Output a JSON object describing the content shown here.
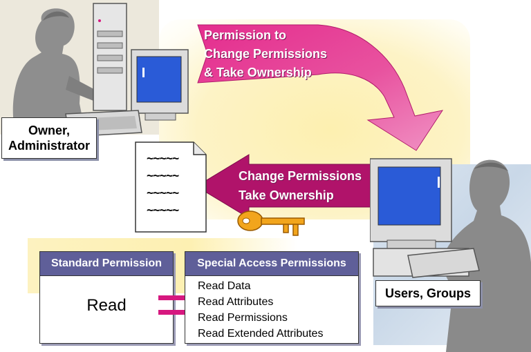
{
  "owner": {
    "label_line1": "Owner,",
    "label_line2": "Administrator"
  },
  "users": {
    "label": "Users, Groups"
  },
  "top_arrow": {
    "line1": "Permission to",
    "line2": "Change Permissions",
    "line3": "& Take Ownership",
    "color": "#e0388f"
  },
  "middle_arrow": {
    "line1": "Change Permissions",
    "line2": "Take Ownership",
    "color": "#b0136a"
  },
  "document": {
    "lines": [
      "~~~~~",
      "~~~~~",
      "~~~~~",
      "~~~~~"
    ]
  },
  "standard_table": {
    "header": "Standard Permission",
    "value": "Read"
  },
  "special_table": {
    "header": "Special Access Permissions",
    "items": [
      "Read Data",
      "Read Attributes",
      "Read Permissions",
      "Read Extended Attributes"
    ]
  },
  "colors": {
    "table_header": "#5f5f99",
    "equals": "#d6187f",
    "key": "#f2a51c",
    "monitor_screen": "#2a5bd7",
    "background_glow": "#fdf0b0"
  }
}
